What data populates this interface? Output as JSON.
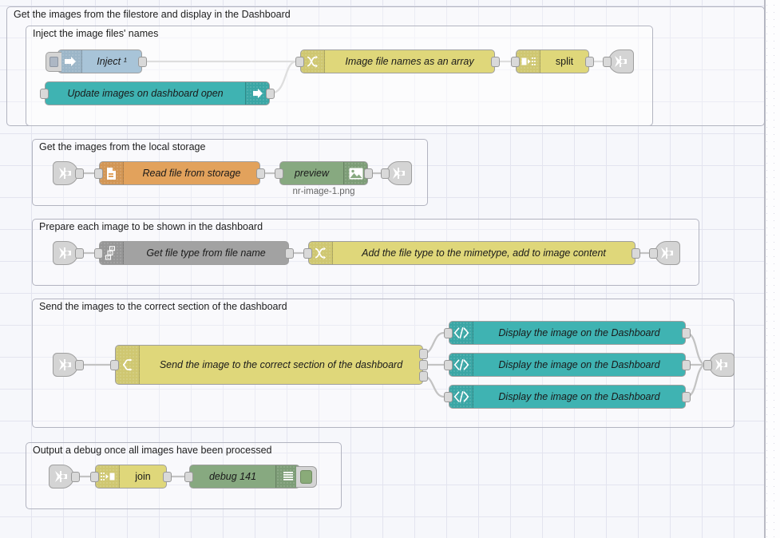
{
  "app": {
    "name": "Node-RED flow editor canvas"
  },
  "palette": {
    "inject": "#a8c4d8",
    "common_teal": "#3fb3b2",
    "function_yellow": "#dfd77a",
    "change_grey": "#a2a2a2",
    "file_orange": "#e2a25c",
    "debug_green": "#87a980",
    "link_grey": "#d4d4d4",
    "canvas": "#f6f7fb",
    "group_border": "#b2b4c0"
  },
  "groups": [
    {
      "id": "g-outer",
      "label": "Get the images from the filestore and display in the Dashboard"
    },
    {
      "id": "g-inject",
      "label": "Inject the image files' names"
    },
    {
      "id": "g-storage",
      "label": "Get the images from the local storage"
    },
    {
      "id": "g-prepare",
      "label": "Prepare each image to be shown in the dashboard"
    },
    {
      "id": "g-send",
      "label": "Send the images to the correct section of the dashboard"
    },
    {
      "id": "g-debug",
      "label": "Output a debug once all images have been processed"
    }
  ],
  "nodes": {
    "inject": {
      "label": "Inject ¹",
      "icon": "inject-arrow-icon",
      "type": "inject"
    },
    "dashboard_open": {
      "label": "Update images on dashboard open",
      "icon": "link-out-arrow-icon",
      "type": "ui-control"
    },
    "filenames_fn": {
      "label": "Image file names as an array",
      "icon": "function-icon",
      "type": "function"
    },
    "split": {
      "label": "split",
      "icon": "split-icon",
      "type": "split"
    },
    "link_out_1": {
      "label": "",
      "icon": "link-out-icon",
      "type": "link out"
    },
    "link_in_2": {
      "label": "",
      "icon": "link-in-icon",
      "type": "link in"
    },
    "read_file": {
      "label": "Read file from storage",
      "icon": "file-in-icon",
      "type": "file in"
    },
    "preview": {
      "label": "preview",
      "icon": "image-icon",
      "type": "image preview",
      "sublabel": "nr-image-1.png"
    },
    "link_out_2": {
      "label": "",
      "icon": "link-out-icon",
      "type": "link out"
    },
    "link_in_3": {
      "label": "",
      "icon": "link-in-icon",
      "type": "link in"
    },
    "get_file_type": {
      "label": "Get file type from file name",
      "icon": "change-abc-icon",
      "type": "change"
    },
    "add_mimetype": {
      "label": "Add the file type to the mimetype, add to image content",
      "icon": "function-icon",
      "type": "function"
    },
    "link_out_3": {
      "label": "",
      "icon": "link-out-icon",
      "type": "link out"
    },
    "link_in_4": {
      "label": "",
      "icon": "link-in-icon",
      "type": "link in"
    },
    "switch_node": {
      "label": "Send the image to the correct section of the dashboard",
      "icon": "switch-icon",
      "type": "switch"
    },
    "template_1": {
      "label": "Display the image on the Dashboard",
      "icon": "template-code-icon",
      "type": "ui-template"
    },
    "template_2": {
      "label": "Display the image on the Dashboard",
      "icon": "template-code-icon",
      "type": "ui-template"
    },
    "template_3": {
      "label": "Display the image on the Dashboard",
      "icon": "template-code-icon",
      "type": "ui-template"
    },
    "link_out_4": {
      "label": "",
      "icon": "link-out-icon",
      "type": "link out"
    },
    "link_in_5": {
      "label": "",
      "icon": "link-in-icon",
      "type": "link in"
    },
    "join": {
      "label": "join",
      "icon": "join-icon",
      "type": "join"
    },
    "debug": {
      "label": "debug 141",
      "icon": "debug-lines-icon",
      "type": "debug"
    }
  }
}
